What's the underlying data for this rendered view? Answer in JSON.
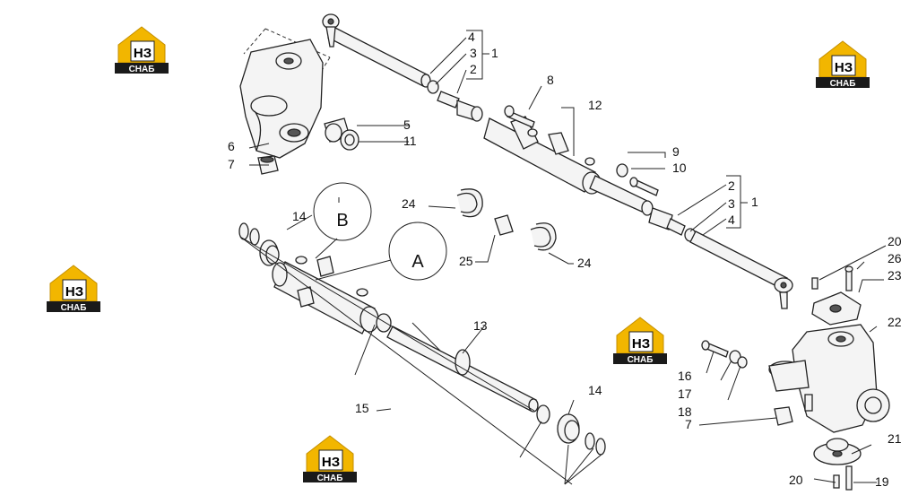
{
  "brand": {
    "logo_top": "НЗ",
    "logo_bottom": "СНАБ",
    "color_house": "#f2b600",
    "color_plate": "#1a1a1a"
  },
  "callouts": {
    "n1a": "1",
    "n2a": "2",
    "n3a": "3",
    "n4a": "4",
    "n5": "5",
    "n6": "6",
    "n7a": "7",
    "n8": "8",
    "n9": "9",
    "n10": "10",
    "n11": "11",
    "n12": "12",
    "n1b": "1",
    "n2b": "2",
    "n3b": "3",
    "n4b": "4",
    "n13": "13",
    "n14a": "14",
    "n14b": "14",
    "n15": "15",
    "n16": "16",
    "n17": "17",
    "n18": "18",
    "n7b": "7",
    "n19": "19",
    "n20a": "20",
    "n20b": "20",
    "n21": "21",
    "n22": "22",
    "n23": "23",
    "n24a": "24",
    "n24b": "24",
    "n25": "25",
    "n26": "26"
  },
  "detail_labels": {
    "a": "A",
    "b": "B"
  }
}
